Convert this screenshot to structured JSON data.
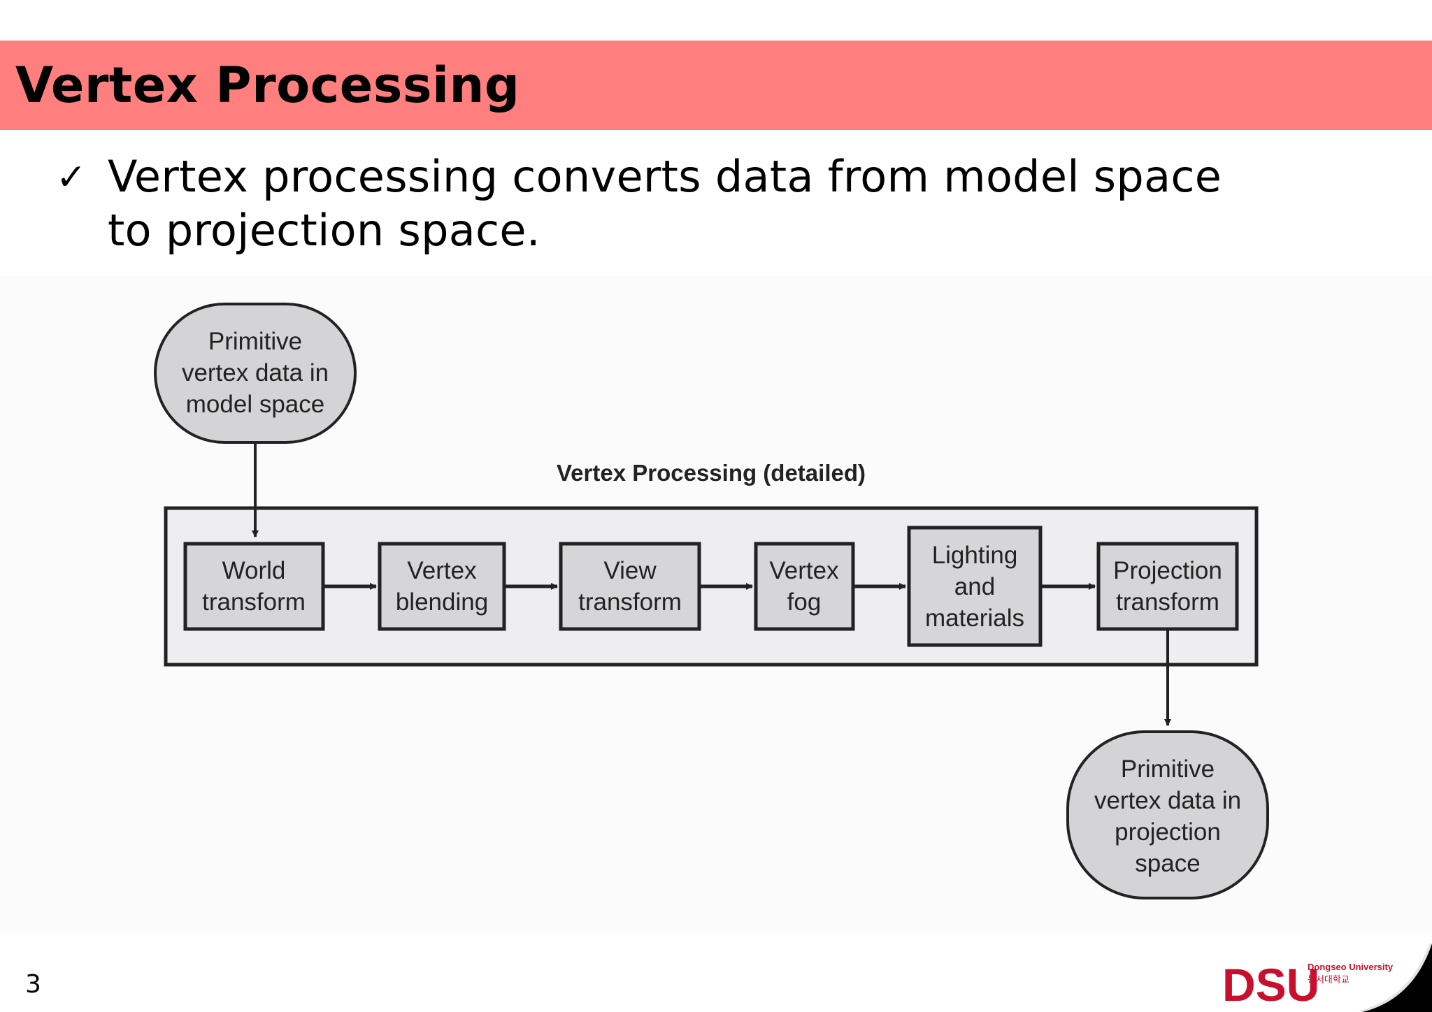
{
  "slide": {
    "title": "Vertex Processing",
    "bullet_marker": "✓",
    "bullet_text": "Vertex processing converts data from model space to projection space.",
    "page_number": "3"
  },
  "diagram": {
    "title": "Vertex Processing (detailed)",
    "input_node": [
      "Primitive",
      "vertex data in",
      "model space"
    ],
    "output_node": [
      "Primitive",
      "vertex data in",
      "projection",
      "space"
    ],
    "stages": [
      {
        "lines": [
          "World",
          "transform"
        ]
      },
      {
        "lines": [
          "Vertex",
          "blending"
        ]
      },
      {
        "lines": [
          "View",
          "transform"
        ]
      },
      {
        "lines": [
          "Vertex",
          "fog"
        ]
      },
      {
        "lines": [
          "Lighting",
          "and",
          "materials"
        ]
      },
      {
        "lines": [
          "Projection",
          "transform"
        ]
      }
    ]
  },
  "logo": {
    "letters": "DSU",
    "english": "Dongseo University",
    "korean": "동서대학교",
    "color": "#c8102e"
  }
}
